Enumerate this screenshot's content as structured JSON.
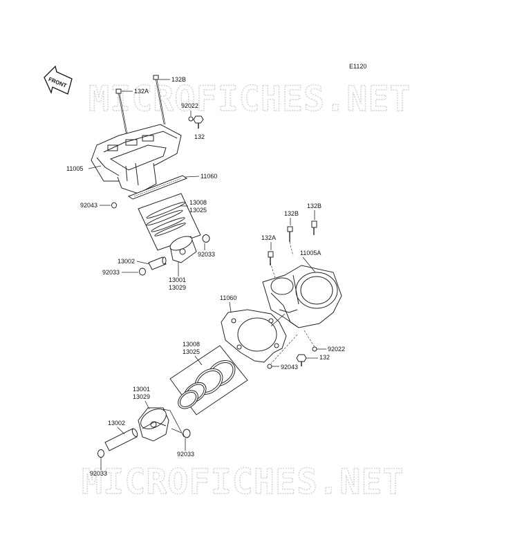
{
  "diagram_code": "E1120",
  "front_label": "FRONT",
  "watermark": "MICROFICHES.NET",
  "labels": {
    "l132a_top": "132A",
    "l132b_top": "132B",
    "l92022_top": "92022",
    "l132_top": "132",
    "l11005": "11005",
    "l11060_top": "11060",
    "l92043_top": "92043",
    "l13008_top": "13008",
    "l13025_top": "13025",
    "l92033_top_r": "92033",
    "l13002_top": "13002",
    "l92033_top_l": "92033",
    "l13001_top": "13001",
    "l13029_top": "13029",
    "l132b_r1": "132B",
    "l132b_r2": "132B",
    "l132a_r": "132A",
    "l11005a": "11005A",
    "l11060_bot": "11060",
    "l92022_bot": "92022",
    "l132_bot": "132",
    "l92043_bot": "92043",
    "l13008_bot": "13008",
    "l13025_bot": "13025",
    "l13001_bot": "13001",
    "l13029_bot": "13029",
    "l13002_bot": "13002",
    "l92033_bot_r": "92033",
    "l92033_bot_l": "92033"
  }
}
